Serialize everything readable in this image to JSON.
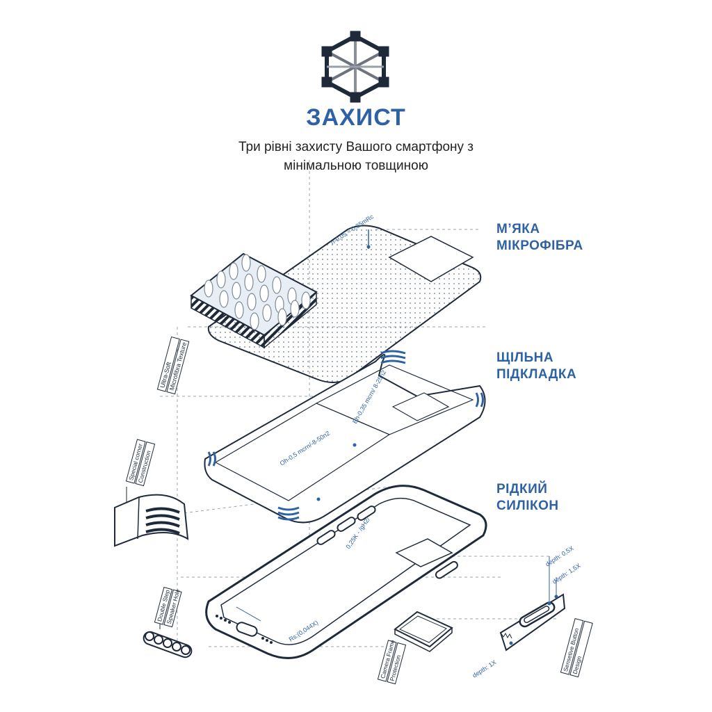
{
  "colors": {
    "accent": "#2f62a5",
    "line": "#1e2a3a",
    "dash": "#9aa6b4",
    "measure": "#2f62a5"
  },
  "header": {
    "logo_icon": "hexagonal-cube-icon",
    "title": "ЗАХИСТ",
    "subtitle_line1": "Три рівні захисту Вашого смартфону з",
    "subtitle_line2": "мінімальною товщиною"
  },
  "layers": [
    {
      "line1": "М’ЯКА",
      "line2": "МІКРОФІБРА"
    },
    {
      "line1": "ЩІЛЬНА",
      "line2": "ПІДКЛАДКА"
    },
    {
      "line1": "РІДКИЙ",
      "line2": "СИЛІКОН"
    }
  ],
  "callouts": {
    "microfibra": [
      "Ultra-Soft",
      "Microfibra Texture"
    ],
    "corner": [
      "Special corner",
      "Construction"
    ],
    "speaker": [
      "Double Step",
      "Speaker Hole"
    ],
    "camera": [
      "Camera Frame",
      "Protection"
    ],
    "button": [
      "Sensetive Button",
      "Design"
    ]
  },
  "measurements": {
    "microfibra_thickness": "h-0,05 ≈ 0,35mRc",
    "inner_pad_1": "Bh-0,35 mcrn/ 8-25n2",
    "inner_pad_2": "Oh-0,5 mcrn/-8-50n2",
    "button_gap": "0,25K - /gH2/",
    "bottom_gap": "Rs:(0,044X)",
    "depth_a": "depth: 0,5X",
    "depth_b": "depth: 1,5X",
    "depth_c": "depth: 1X"
  }
}
